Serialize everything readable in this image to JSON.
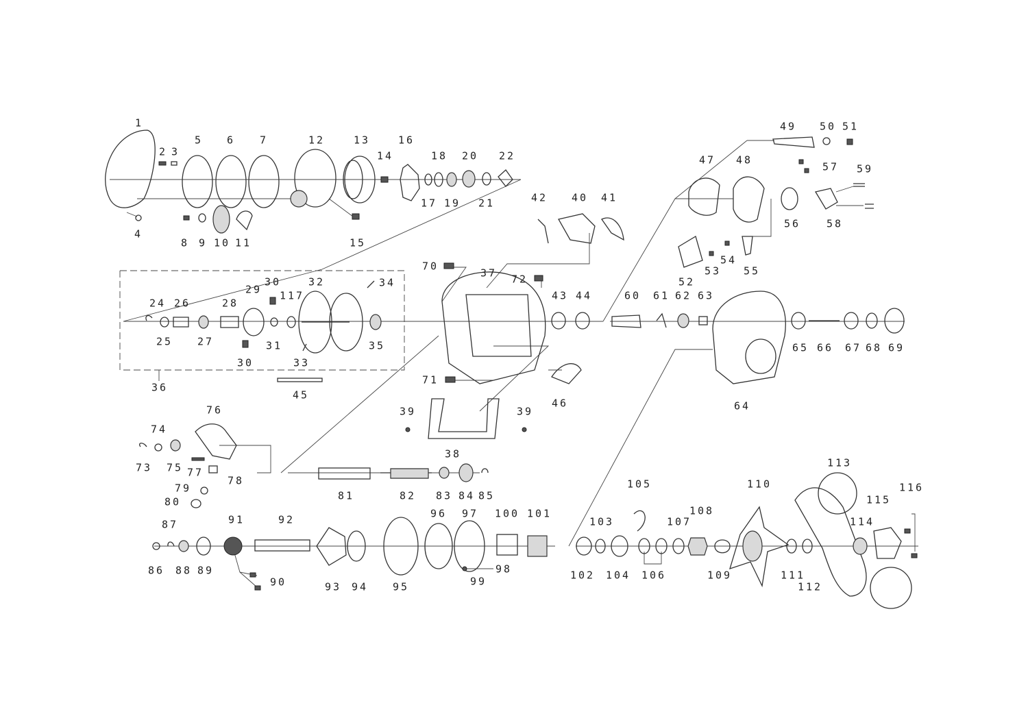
{
  "diagram": {
    "labels": [
      "1",
      "2",
      "3",
      "4",
      "5",
      "6",
      "7",
      "8",
      "9",
      "10",
      "11",
      "12",
      "13",
      "14",
      "15",
      "16",
      "17",
      "18",
      "19",
      "20",
      "21",
      "22",
      "24",
      "25",
      "26",
      "27",
      "28",
      "29",
      "30",
      "30",
      "31",
      "32",
      "33",
      "34",
      "35",
      "36",
      "37",
      "38",
      "39",
      "39",
      "40",
      "41",
      "42",
      "43",
      "44",
      "45",
      "46",
      "47",
      "48",
      "49",
      "50",
      "51",
      "52",
      "53",
      "54",
      "55",
      "56",
      "57",
      "58",
      "59",
      "60",
      "61",
      "62",
      "63",
      "64",
      "65",
      "66",
      "67",
      "68",
      "69",
      "70",
      "71",
      "72",
      "73",
      "74",
      "75",
      "76",
      "77",
      "78",
      "79",
      "80",
      "81",
      "82",
      "83",
      "84",
      "85",
      "86",
      "87",
      "88",
      "89",
      "90",
      "91",
      "92",
      "93",
      "94",
      "95",
      "96",
      "97",
      "98",
      "99",
      "100",
      "101",
      "102",
      "103",
      "104",
      "105",
      "106",
      "107",
      "108",
      "109",
      "110",
      "111",
      "112",
      "113",
      "114",
      "115",
      "116",
      "117"
    ]
  }
}
